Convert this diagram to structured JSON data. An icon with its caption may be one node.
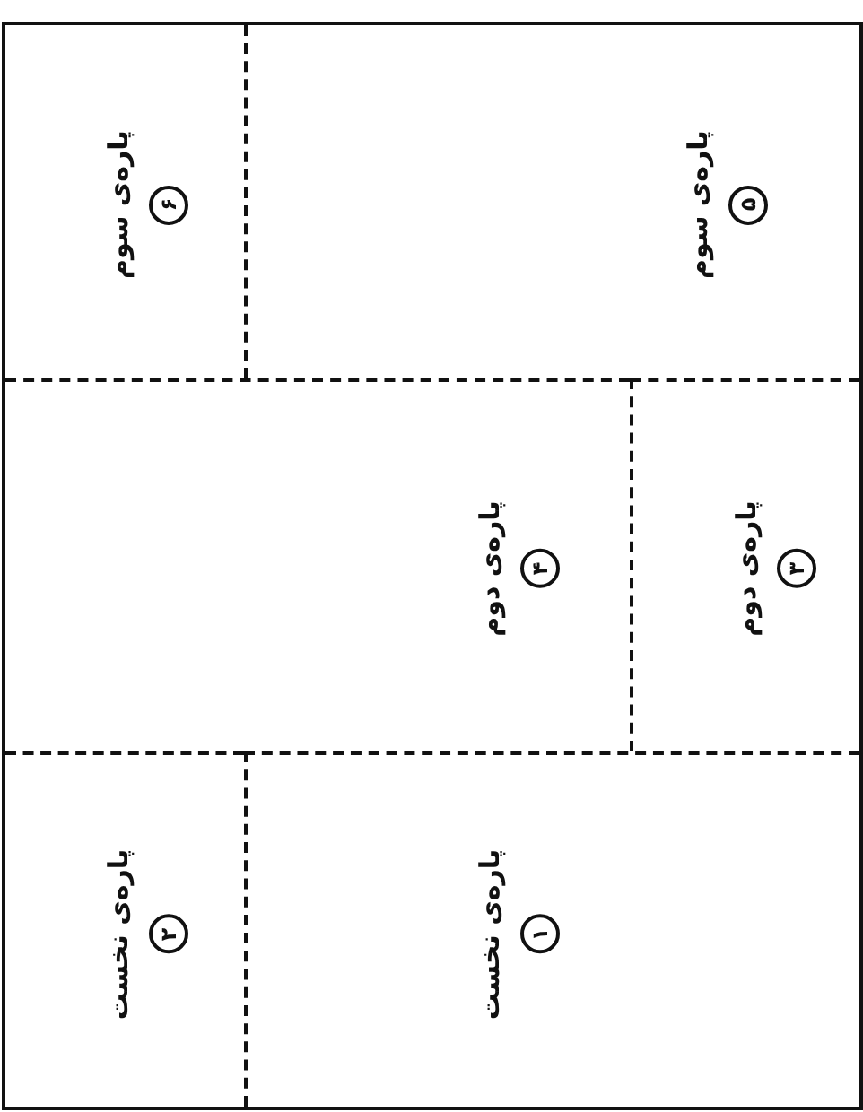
{
  "diagram": {
    "nodes": [
      {
        "text": [
          "۱",
          "پاره‌ی نخست"
        ]
      },
      {
        "text": [
          "۲",
          "پاره‌ی نخست"
        ]
      },
      {
        "text": [
          "۳",
          "پاره‌ی دوم"
        ]
      },
      {
        "text": [
          "۴",
          "پاره‌ی دوم"
        ]
      },
      {
        "text": [
          "۵",
          "پاره‌ی سوم"
        ]
      },
      {
        "text": [
          "۶",
          "پاره‌ی سوم"
        ]
      }
    ]
  }
}
